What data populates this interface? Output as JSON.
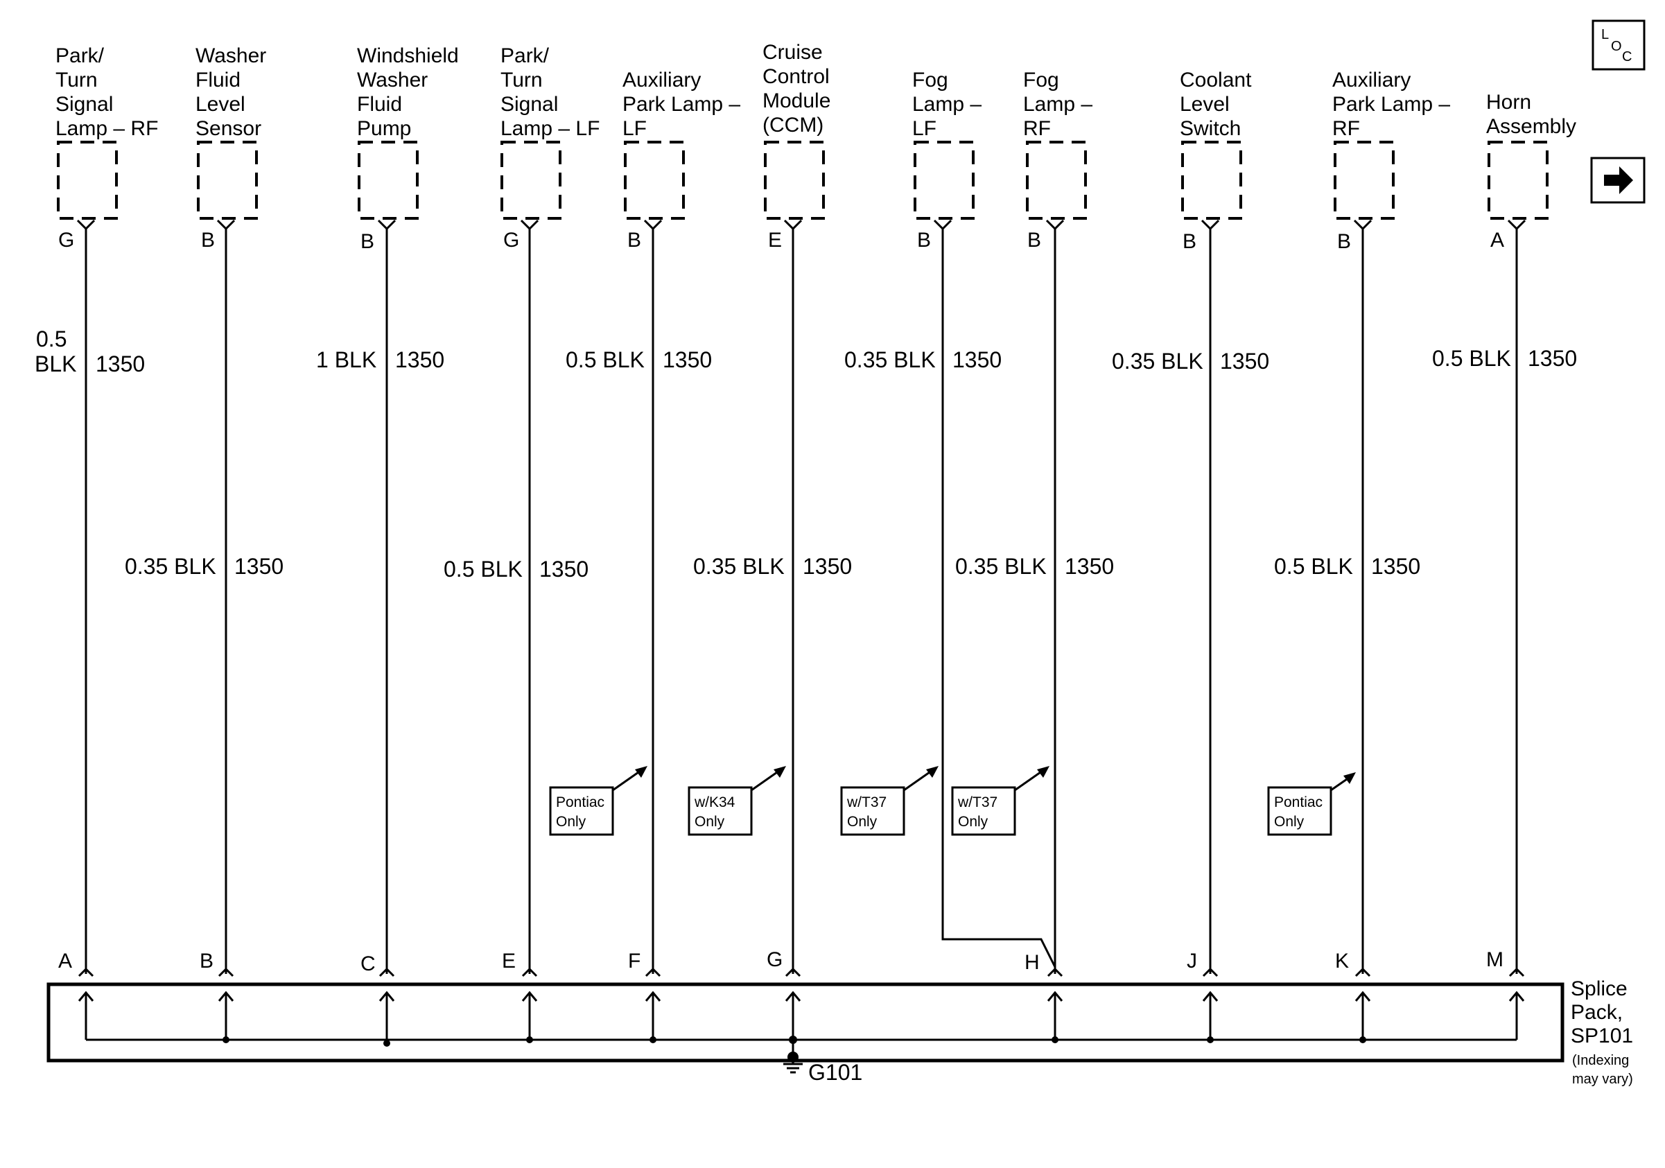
{
  "components": [
    {
      "label": [
        "Park/",
        "Turn",
        "Signal",
        "Lamp – RF"
      ],
      "pin": "G",
      "wire_size": [
        "0.5",
        "BLK"
      ],
      "circuit": "1350",
      "splice_pin": "A"
    },
    {
      "label": [
        "Washer",
        "Fluid",
        "Level",
        "Sensor"
      ],
      "pin": "B",
      "wire_size": [
        "0.35 BLK"
      ],
      "circuit": "1350",
      "splice_pin": "B"
    },
    {
      "label": [
        "Windshield",
        "Washer",
        "Fluid",
        "Pump"
      ],
      "pin": "B",
      "wire_size": [
        "1 BLK"
      ],
      "circuit": "1350",
      "splice_pin": "C"
    },
    {
      "label": [
        "Park/",
        "Turn",
        "Signal",
        "Lamp – LF"
      ],
      "pin": "G",
      "wire_size": [
        "0.5 BLK"
      ],
      "circuit": "1350",
      "splice_pin": "E"
    },
    {
      "label": [
        "Auxiliary",
        "Park Lamp –",
        "LF"
      ],
      "pin": "B",
      "wire_size": [
        "0.5 BLK"
      ],
      "circuit": "1350",
      "splice_pin": "F",
      "option": [
        "Pontiac",
        "Only"
      ]
    },
    {
      "label": [
        "Cruise",
        "Control",
        "Module",
        "(CCM)"
      ],
      "pin": "E",
      "wire_size": [
        "0.35 BLK"
      ],
      "circuit": "1350",
      "splice_pin": "G",
      "option": [
        "w/K34",
        "Only"
      ]
    },
    {
      "label": [
        "Fog",
        "Lamp –",
        "LF"
      ],
      "pin": "B",
      "wire_size": [
        "0.35 BLK"
      ],
      "circuit": "1350",
      "splice_pin": "",
      "option": [
        "w/T37",
        "Only"
      ]
    },
    {
      "label": [
        "Fog",
        "Lamp –",
        "RF"
      ],
      "pin": "B",
      "wire_size": [
        "0.35 BLK"
      ],
      "circuit": "1350",
      "splice_pin": "H",
      "option": [
        "w/T37",
        "Only"
      ]
    },
    {
      "label": [
        "Coolant",
        "Level",
        "Switch"
      ],
      "pin": "B",
      "wire_size": [
        "0.35 BLK"
      ],
      "circuit": "1350",
      "splice_pin": "J"
    },
    {
      "label": [
        "Auxiliary",
        "Park Lamp –",
        "RF"
      ],
      "pin": "B",
      "wire_size": [
        "0.5 BLK"
      ],
      "circuit": "1350",
      "splice_pin": "K",
      "option": [
        "Pontiac",
        "Only"
      ]
    },
    {
      "label": [
        "Horn",
        "Assembly"
      ],
      "pin": "A",
      "wire_size": [
        "0.5 BLK"
      ],
      "circuit": "1350",
      "splice_pin": "M"
    }
  ],
  "splice_pack": {
    "label": [
      "Splice",
      "Pack,",
      "SP101"
    ],
    "note": [
      "(Indexing",
      "may vary)"
    ]
  },
  "ground": {
    "label": "G101"
  },
  "icons": {
    "loc": "location-icon",
    "next": "right-arrow-icon"
  },
  "loc_icon": {
    "l": "L",
    "o": "O",
    "c": "C"
  }
}
